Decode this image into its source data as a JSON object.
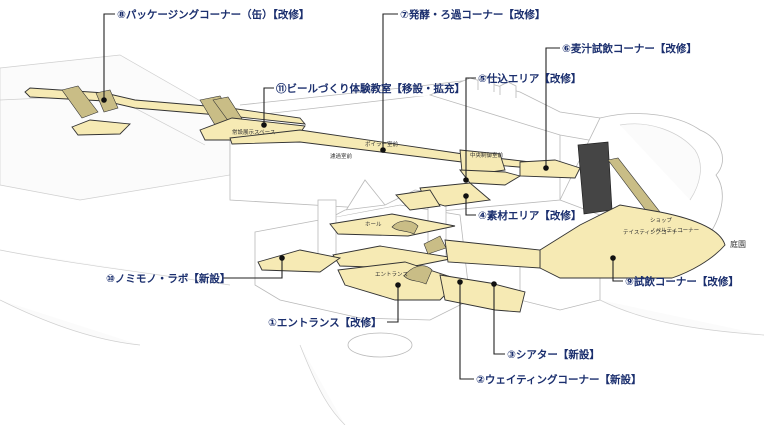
{
  "callouts": {
    "packaging": "⑧パッケージングコーナー（缶）【改修】",
    "fermentation": "⑦発酵・ろ過コーナー【改修】",
    "wort_tasting": "⑥麦汁試飲コーナー【改修】",
    "brewing": "⑤仕込エリア【改修】",
    "beer_classroom": "⑪ビールづくり体験教室【移設・拡充】",
    "ingredients": "④素材エリア【改修】",
    "nomimono_lab": "⑩ノミモノ・ラボ【新設】",
    "tasting": "⑨試飲コーナー【改修】",
    "entrance": "①エントランス【改修】",
    "theater": "③シアター【新設】",
    "waiting": "②ウェイティングコーナー【新設】"
  },
  "inner_labels": {
    "permanent_exhibit": "常設展示スペース",
    "boiler_room": "ボイラー室前",
    "filtration_room": "濾過室前",
    "control_room": "中央制御室前",
    "hall": "ホール",
    "entrance": "エントランス",
    "shop": "ショップ",
    "novelty_corner": "ノベルティコーナー",
    "tasting_corner": "テイスティングコーナー",
    "garden": "庭園"
  },
  "colors": {
    "route_fill": "#f6eab4",
    "callout_text": "#1b2f6e",
    "building_outline": "#b9b9b9"
  }
}
